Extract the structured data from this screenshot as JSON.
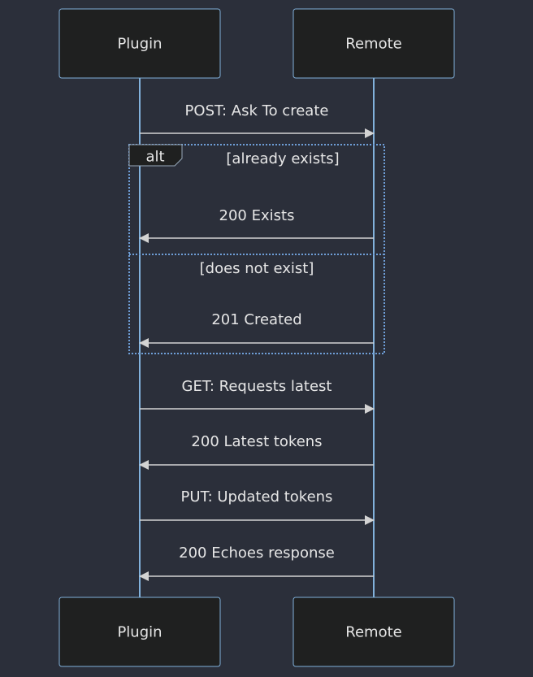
{
  "actors": [
    {
      "id": "plugin",
      "label": "Plugin"
    },
    {
      "id": "remote",
      "label": "Remote"
    }
  ],
  "messages": [
    {
      "from": "plugin",
      "to": "remote",
      "label": "POST: Ask To create"
    },
    {
      "from": "remote",
      "to": "plugin",
      "label": "200 Exists"
    },
    {
      "from": "remote",
      "to": "plugin",
      "label": "201 Created"
    },
    {
      "from": "plugin",
      "to": "remote",
      "label": "GET: Requests latest"
    },
    {
      "from": "remote",
      "to": "plugin",
      "label": "200 Latest tokens"
    },
    {
      "from": "plugin",
      "to": "remote",
      "label": "PUT: Updated tokens"
    },
    {
      "from": "remote",
      "to": "plugin",
      "label": "200 Echoes response"
    }
  ],
  "alt_block": {
    "label": "alt",
    "conditions": [
      "[already exists]",
      "[does not exist]"
    ]
  },
  "colors": {
    "background": "#2b2f3a",
    "actor_fill": "#1f2020",
    "lifeline": "#81b1db",
    "message_line": "#d3d3d3",
    "text": "#e6e6e6"
  }
}
